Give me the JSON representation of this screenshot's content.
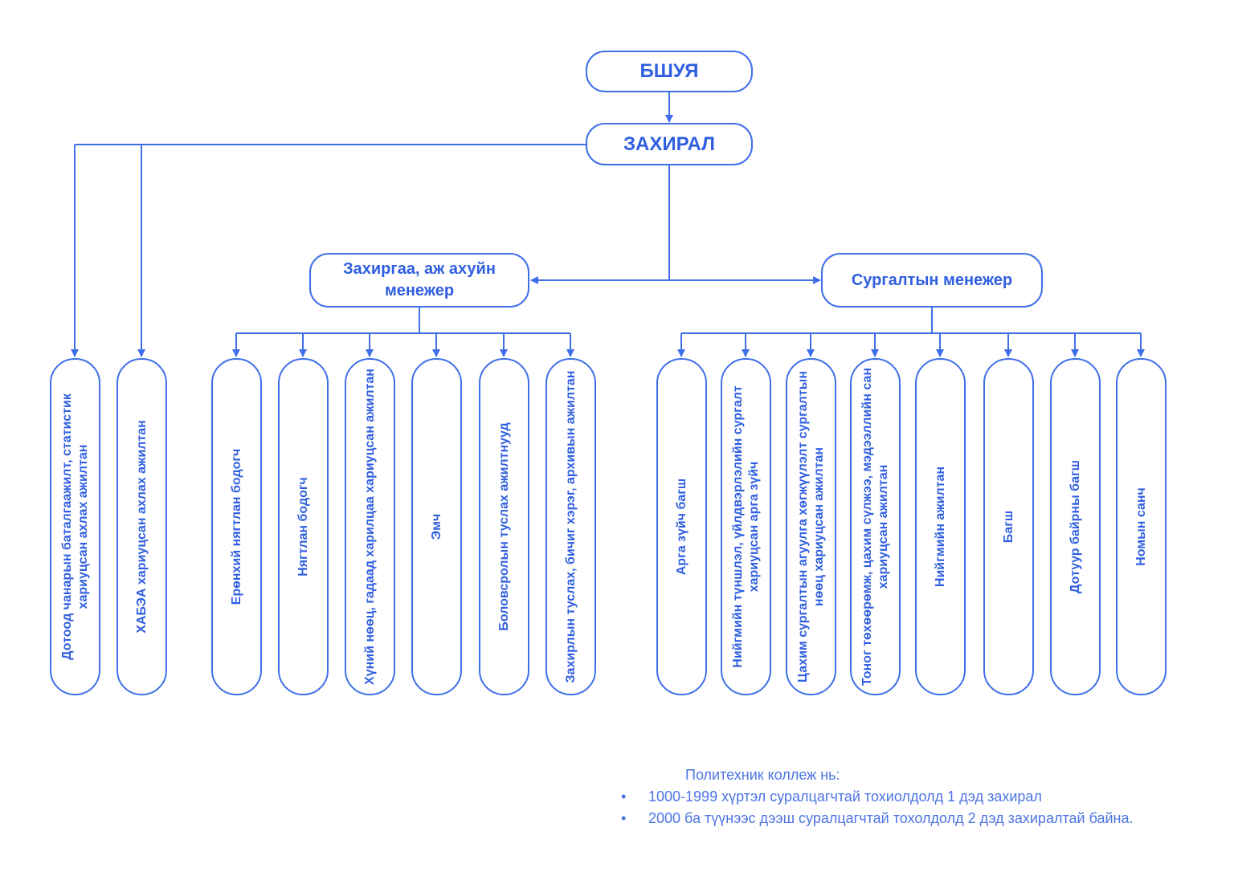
{
  "org_chart": {
    "top": "БШУЯ",
    "director": "ЗАХИРАЛ",
    "admin_manager": "Захиргаа, аж ахуйн менежер",
    "training_manager": "Сургалтын менежер",
    "director_units": [
      "Дотоод чанарын баталгаажилт, статистик хариуцсан ахлах ажилтан",
      "ХАБЭА хариуцсан ахлах ажилтан"
    ],
    "admin_units": [
      "Ерөнхий нягтлан бодогч",
      "Нягтлан бодогч",
      "Хүний нөөц, гадаад харилцаа хариуцсан ажилтан",
      "Эмч",
      "Боловсролын туслах ажилтнууд",
      "Захирлын туслах, бичиг хэрэг, архивын ажилтан"
    ],
    "training_units": [
      "Арга зүйч багш",
      "Нийгмийн түншлэл, үйлдвэрлэлийн сургалт хариуцсан арга зүйч",
      "Цахим сургалтын агуулга хөгжүүлэлт сургалтын нөөц хариуцсан ажилтан",
      "Тоног төхөөрөмж, цахим сүлжээ, мэдээллийн сан хариуцсан ажилтан",
      "Нийгмийн ажилтан",
      "Багш",
      "Дотуур байрны багш",
      "Номын санч"
    ]
  },
  "note": {
    "title": "Политехник коллеж нь:",
    "bullet_symbol": "•",
    "items": [
      "1000-1999 хүртэл суралцагчтай тохиолдолд 1 дэд захирал",
      "2000 ба түүнээс дээш суралцагчтай тохолдолд 2 дэд захиралтай байна."
    ]
  },
  "colors": {
    "line": "#3f6fe8",
    "text": "#2f5fe0"
  }
}
